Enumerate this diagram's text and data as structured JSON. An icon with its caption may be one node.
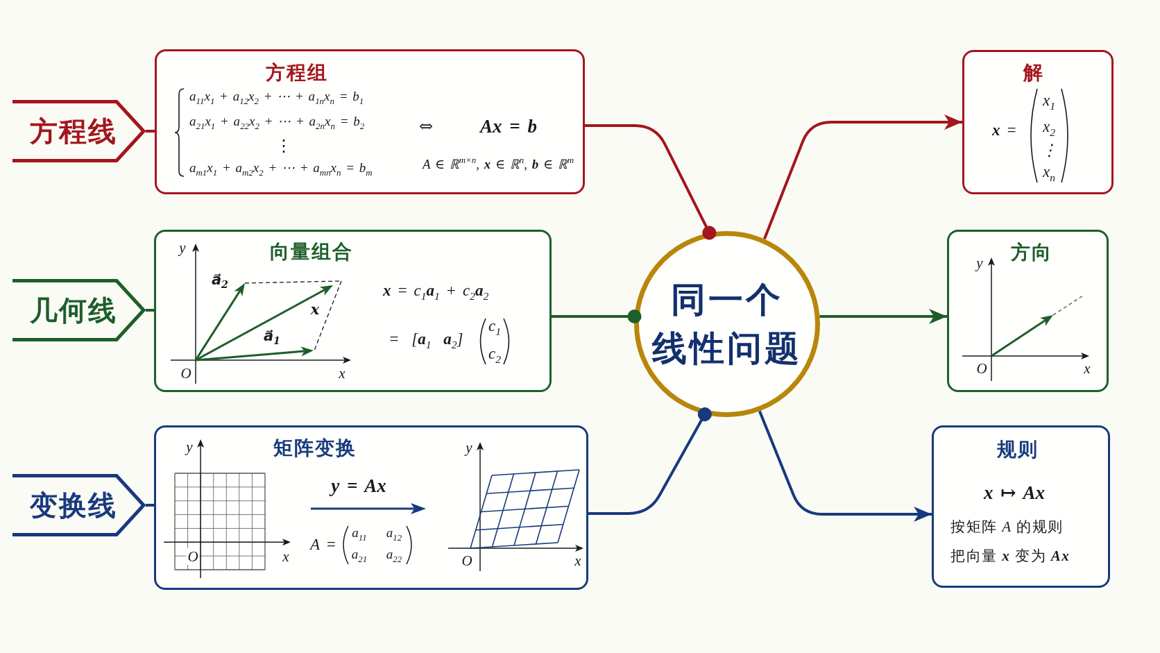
{
  "diagram": {
    "nodes": [
      {
        "text": [
          "方程线"
        ]
      },
      {
        "text": [
          "方程组",
          "a$_{11}$x$_{1}$ + a$_{12}$x$_{2}$ + ⋯ + a$_{1n}$x$_{n}$ = b$_{1}$",
          "a$_{21}$x$_{1}$ + a$_{22}$x$_{2}$ + ⋯ + a$_{2n}$x$_{n}$ = b$_{2}$",
          "⋮",
          "a$_{m1}$x$_{1}$ + a$_{m2}$x$_{2}$ + ⋯ + a$_{mn}$x$_{n}$ = b$_{m}$",
          "⇔",
          "Ax = b",
          "A ∈ ℝ$^{m×n}$, **x** ∈ ℝ$^{n}$, **b** ∈ ℝ$^{m}$"
        ]
      },
      {
        "text": [
          "几何线"
        ]
      },
      {
        "text": [
          "y",
          "向量组合",
          "a⃗$_{2}$",
          "**x** = c$_{1}$**a**$_{1}$ + c$_{2}$**a**$_{2}$",
          "x",
          "a⃗$_{1}$",
          "= [**a**$_{1}$ **a**$_{2}$]",
          "c$_{1}$",
          "c$_{2}$",
          "O",
          "x"
        ]
      },
      {
        "text": [
          "变换线"
        ]
      },
      {
        "text": [
          "y",
          "矩阵变换",
          "y",
          "y = Ax",
          "A =",
          "a$_{11}$",
          "a$_{12}$",
          "O",
          "x",
          "a$_{21}$",
          "a$_{22}$",
          "O",
          "x"
        ]
      },
      {
        "text": [
          "同一个线性问题"
        ]
      },
      {
        "text": [
          "解",
          "**x** =",
          "x$_{1}$",
          "x$_{2}$",
          "⋮",
          "x$_{n}$"
        ]
      },
      {
        "text": [
          "方向",
          "y",
          "O",
          "x"
        ]
      },
      {
        "text": [
          "规则",
          "x ↦ Ax",
          "按矩阵 *A* 的规则把向量 **x** 变为 **Ax**"
        ]
      }
    ],
    "edges": [
      {
        "from": 0,
        "to": 1,
        "arrow": "none",
        "color": "#a3161d"
      },
      {
        "from": 2,
        "to": 3,
        "arrow": "none",
        "color": "#1d5e2b"
      },
      {
        "from": 4,
        "to": 5,
        "arrow": "none",
        "color": "#183a7d"
      },
      {
        "from": 1,
        "to": 6,
        "arrow": "other",
        "color": "#a3161d"
      },
      {
        "from": 3,
        "to": 6,
        "arrow": "other",
        "color": "#1d5e2b"
      },
      {
        "from": 5,
        "to": 6,
        "arrow": "other",
        "color": "#183a7d"
      },
      {
        "from": 6,
        "to": 7,
        "arrow": "to",
        "color": "#a3161d"
      },
      {
        "from": 6,
        "to": 8,
        "arrow": "to",
        "color": "#1d5e2b"
      },
      {
        "from": 6,
        "to": 9,
        "arrow": "to",
        "color": "#183a7d"
      }
    ]
  }
}
